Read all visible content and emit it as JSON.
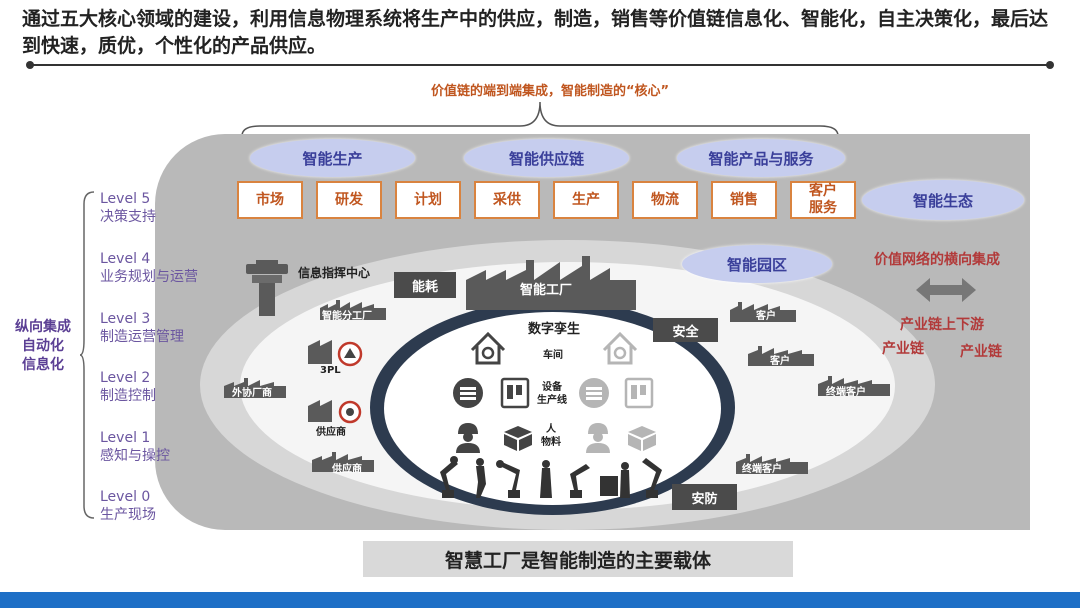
{
  "headline": "通过五大核心领域的建设，利用信息物理系统将生产中的供应，制造，销售等价值链信息化、智能化，自主决策化，最后达到快速，质优，个性化的产品供应。",
  "brace_title": "价值链的端到端集成，智能制造的“核心”",
  "ovals": {
    "production": "智能生产",
    "supply_chain": "智能供应链",
    "product_service": "智能产品与服务",
    "ecosystem": "智能生态",
    "park": "智能园区"
  },
  "value_chain_boxes": [
    "市场",
    "研发",
    "计划",
    "采供",
    "生产",
    "物流",
    "销售",
    "客户\n服务"
  ],
  "levels": [
    {
      "name": "Level 5",
      "desc": "决策支持"
    },
    {
      "name": "Level 4",
      "desc": "业务规划与运营"
    },
    {
      "name": "Level 3",
      "desc": "制造运营管理"
    },
    {
      "name": "Level 2",
      "desc": "制造控制"
    },
    {
      "name": "Level 1",
      "desc": "感知与操控"
    },
    {
      "name": "Level 0",
      "desc": "生产现场"
    }
  ],
  "vertical_integration": "纵向集成\n自动化\n信息化",
  "command_center": "信息指挥中心",
  "energy": "能耗",
  "smart_factory": "智能工厂",
  "safety": "安全",
  "security": "安防",
  "digital_twin": "数字孪生",
  "twin_labels": {
    "workshop": "车间",
    "equipment_line": "设备\n生产线",
    "people_material": "人\n物料"
  },
  "left_nodes": {
    "sub_factory": "智能分工厂",
    "tpl": "3PL",
    "outsourcer": "外协厂商",
    "supplier_1": "供应商",
    "supplier_2": "供应商"
  },
  "right_nodes": {
    "customer_1": "客户",
    "customer_2": "客户",
    "end_customer_1": "终端客户",
    "end_customer_2": "终端客户"
  },
  "horizontal_integration": "价值网络的横向集成",
  "industry_chain_updown": "产业链上下游",
  "industry_chain_1": "产业链",
  "industry_chain_2": "产业链",
  "caption": "智慧工厂是智能制造的主要载体",
  "colors": {
    "accent_orange": "#d9833f",
    "oval_fill": "#c6cdee",
    "level_purple": "#6b56a0",
    "red_text": "#b23a3a",
    "footer_blue": "#1e6fc6"
  }
}
